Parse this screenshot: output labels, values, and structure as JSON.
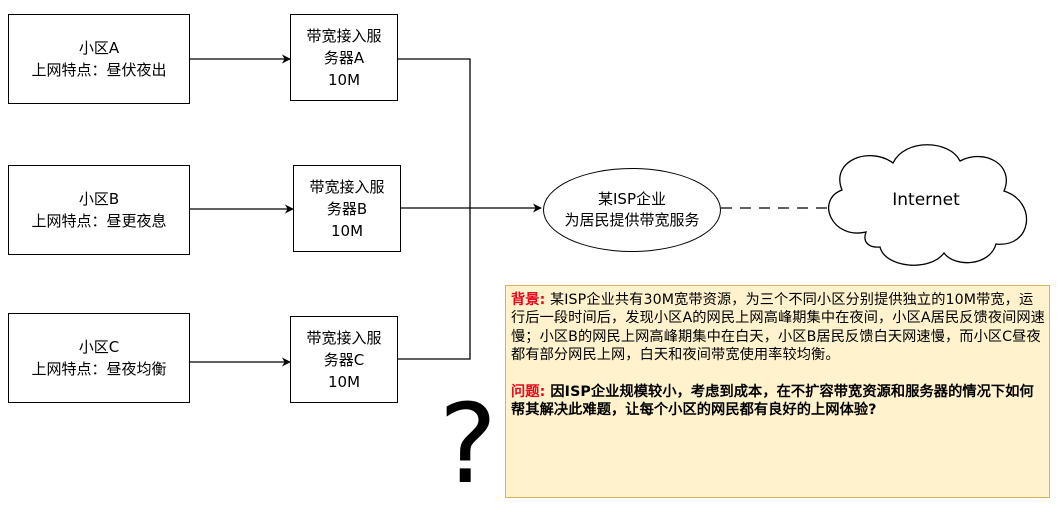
{
  "zones": [
    {
      "name": "小区A",
      "trait": "上网特点：昼伏夜出"
    },
    {
      "name": "小区B",
      "trait": "上网特点：昼更夜息"
    },
    {
      "name": "小区C",
      "trait": "上网特点：昼夜均衡"
    }
  ],
  "servers": [
    {
      "line1": "带宽接入服",
      "line2": "务器A",
      "line3": "10M"
    },
    {
      "line1": "带宽接入服",
      "line2": "务器B",
      "line3": "10M"
    },
    {
      "line1": "带宽接入服",
      "line2": "务器C",
      "line3": "10M"
    }
  ],
  "isp": {
    "line1": "某ISP企业",
    "line2": "为居民提供带宽服务"
  },
  "internet": "Internet",
  "question_mark": "?",
  "note": {
    "background_label": "背景:",
    "background_text": " 某ISP企业共有30M宽带资源，为三个不同小区分别提供独立的10M带宽，运行后一段时间后，发现小区A的网民上网高峰期集中在夜间，小区A居民反馈夜间网速慢；小区B的网民上网高峰期集中在白天，小区B居民反馈白天网速慢，而小区C昼夜都有部分网民上网，白天和夜间带宽使用率较均衡。",
    "question_label": "问题:",
    "question_text": " 因ISP企业规模较小，考虑到成本，在不扩容带宽资源和服务器的情况下如何帮其解决此难题，让每个小区的网民都有良好的上网体验?"
  },
  "colors": {
    "note_fill": "#fff2cc",
    "note_border": "#d6b656",
    "label_red": "#e6081c"
  }
}
